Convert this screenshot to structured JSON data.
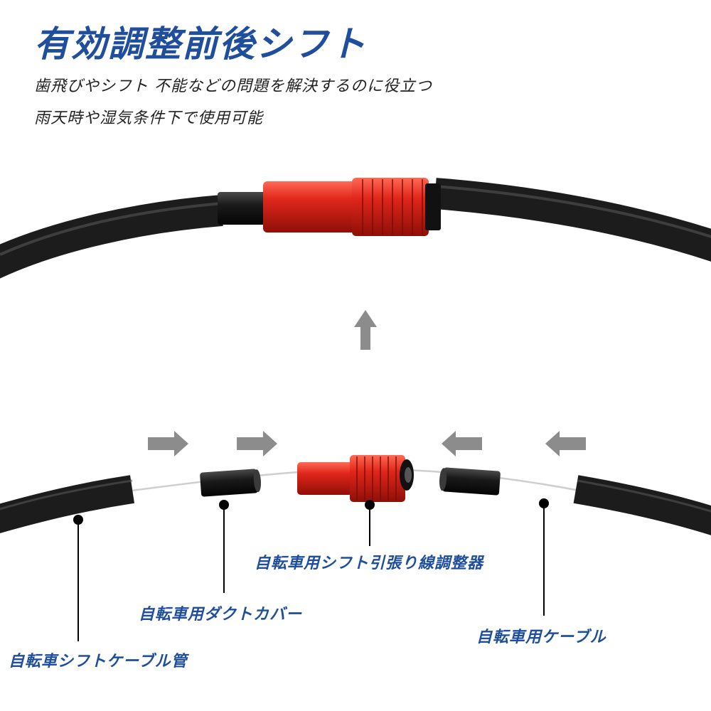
{
  "heading": {
    "title": "有効調整前後シフト",
    "line1": "歯飛びやシフト 不能などの問題を解決するのに役立つ",
    "line2": "雨天時や湿気条件下で使用可能"
  },
  "labels": {
    "adjuster": "自転車用シフト引張り線調整器",
    "duct_cover": "自転車用ダクトカバー",
    "cable": "自転車用ケーブル",
    "cable_tube": "自転車シフトケーブル管"
  },
  "colors": {
    "title_blue": "#1f4e9c",
    "adjuster_red": "#e0261b",
    "cable_black": "#1c1c1c",
    "arrow_gray": "#8c8c8c"
  }
}
